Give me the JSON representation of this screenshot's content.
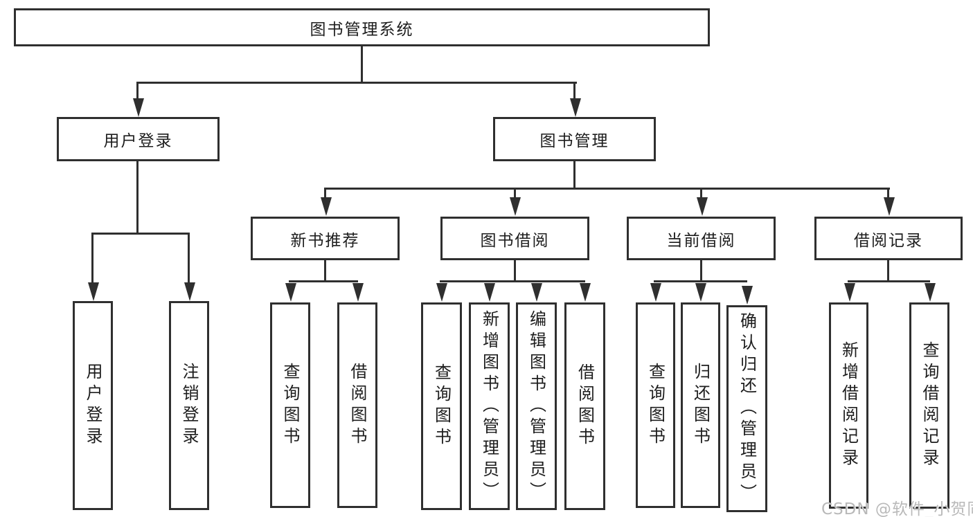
{
  "diagram": {
    "root": {
      "label": "图书管理系统"
    },
    "level2": {
      "user_login": {
        "label": "用户登录"
      },
      "book_mgmt": {
        "label": "图书管理"
      }
    },
    "level3": {
      "new_books": {
        "label": "新书推荐"
      },
      "borrowing": {
        "label": "图书借阅"
      },
      "current": {
        "label": "当前借阅"
      },
      "records": {
        "label": "借阅记录"
      }
    },
    "leaves": {
      "user_login": [
        "用户登录",
        "注销登录"
      ],
      "new_books": [
        "查询图书",
        "借阅图书"
      ],
      "borrowing": [
        "查询图书",
        "新增图书（管理员）",
        "编辑图书（管理员）",
        "借阅图书"
      ],
      "current": [
        "查询图书",
        "归还图书",
        "确认归还（管理员）"
      ],
      "records": [
        "新增借阅记录",
        "查询借阅记录"
      ]
    }
  },
  "watermark": {
    "text": "CSDN @软件_小贺同学"
  },
  "colors": {
    "line": "#2f2f2f",
    "box_border": "#2f2f2f",
    "text": "#1d1d1d",
    "watermark": "#b9b9b9",
    "background": "#ffffff"
  }
}
